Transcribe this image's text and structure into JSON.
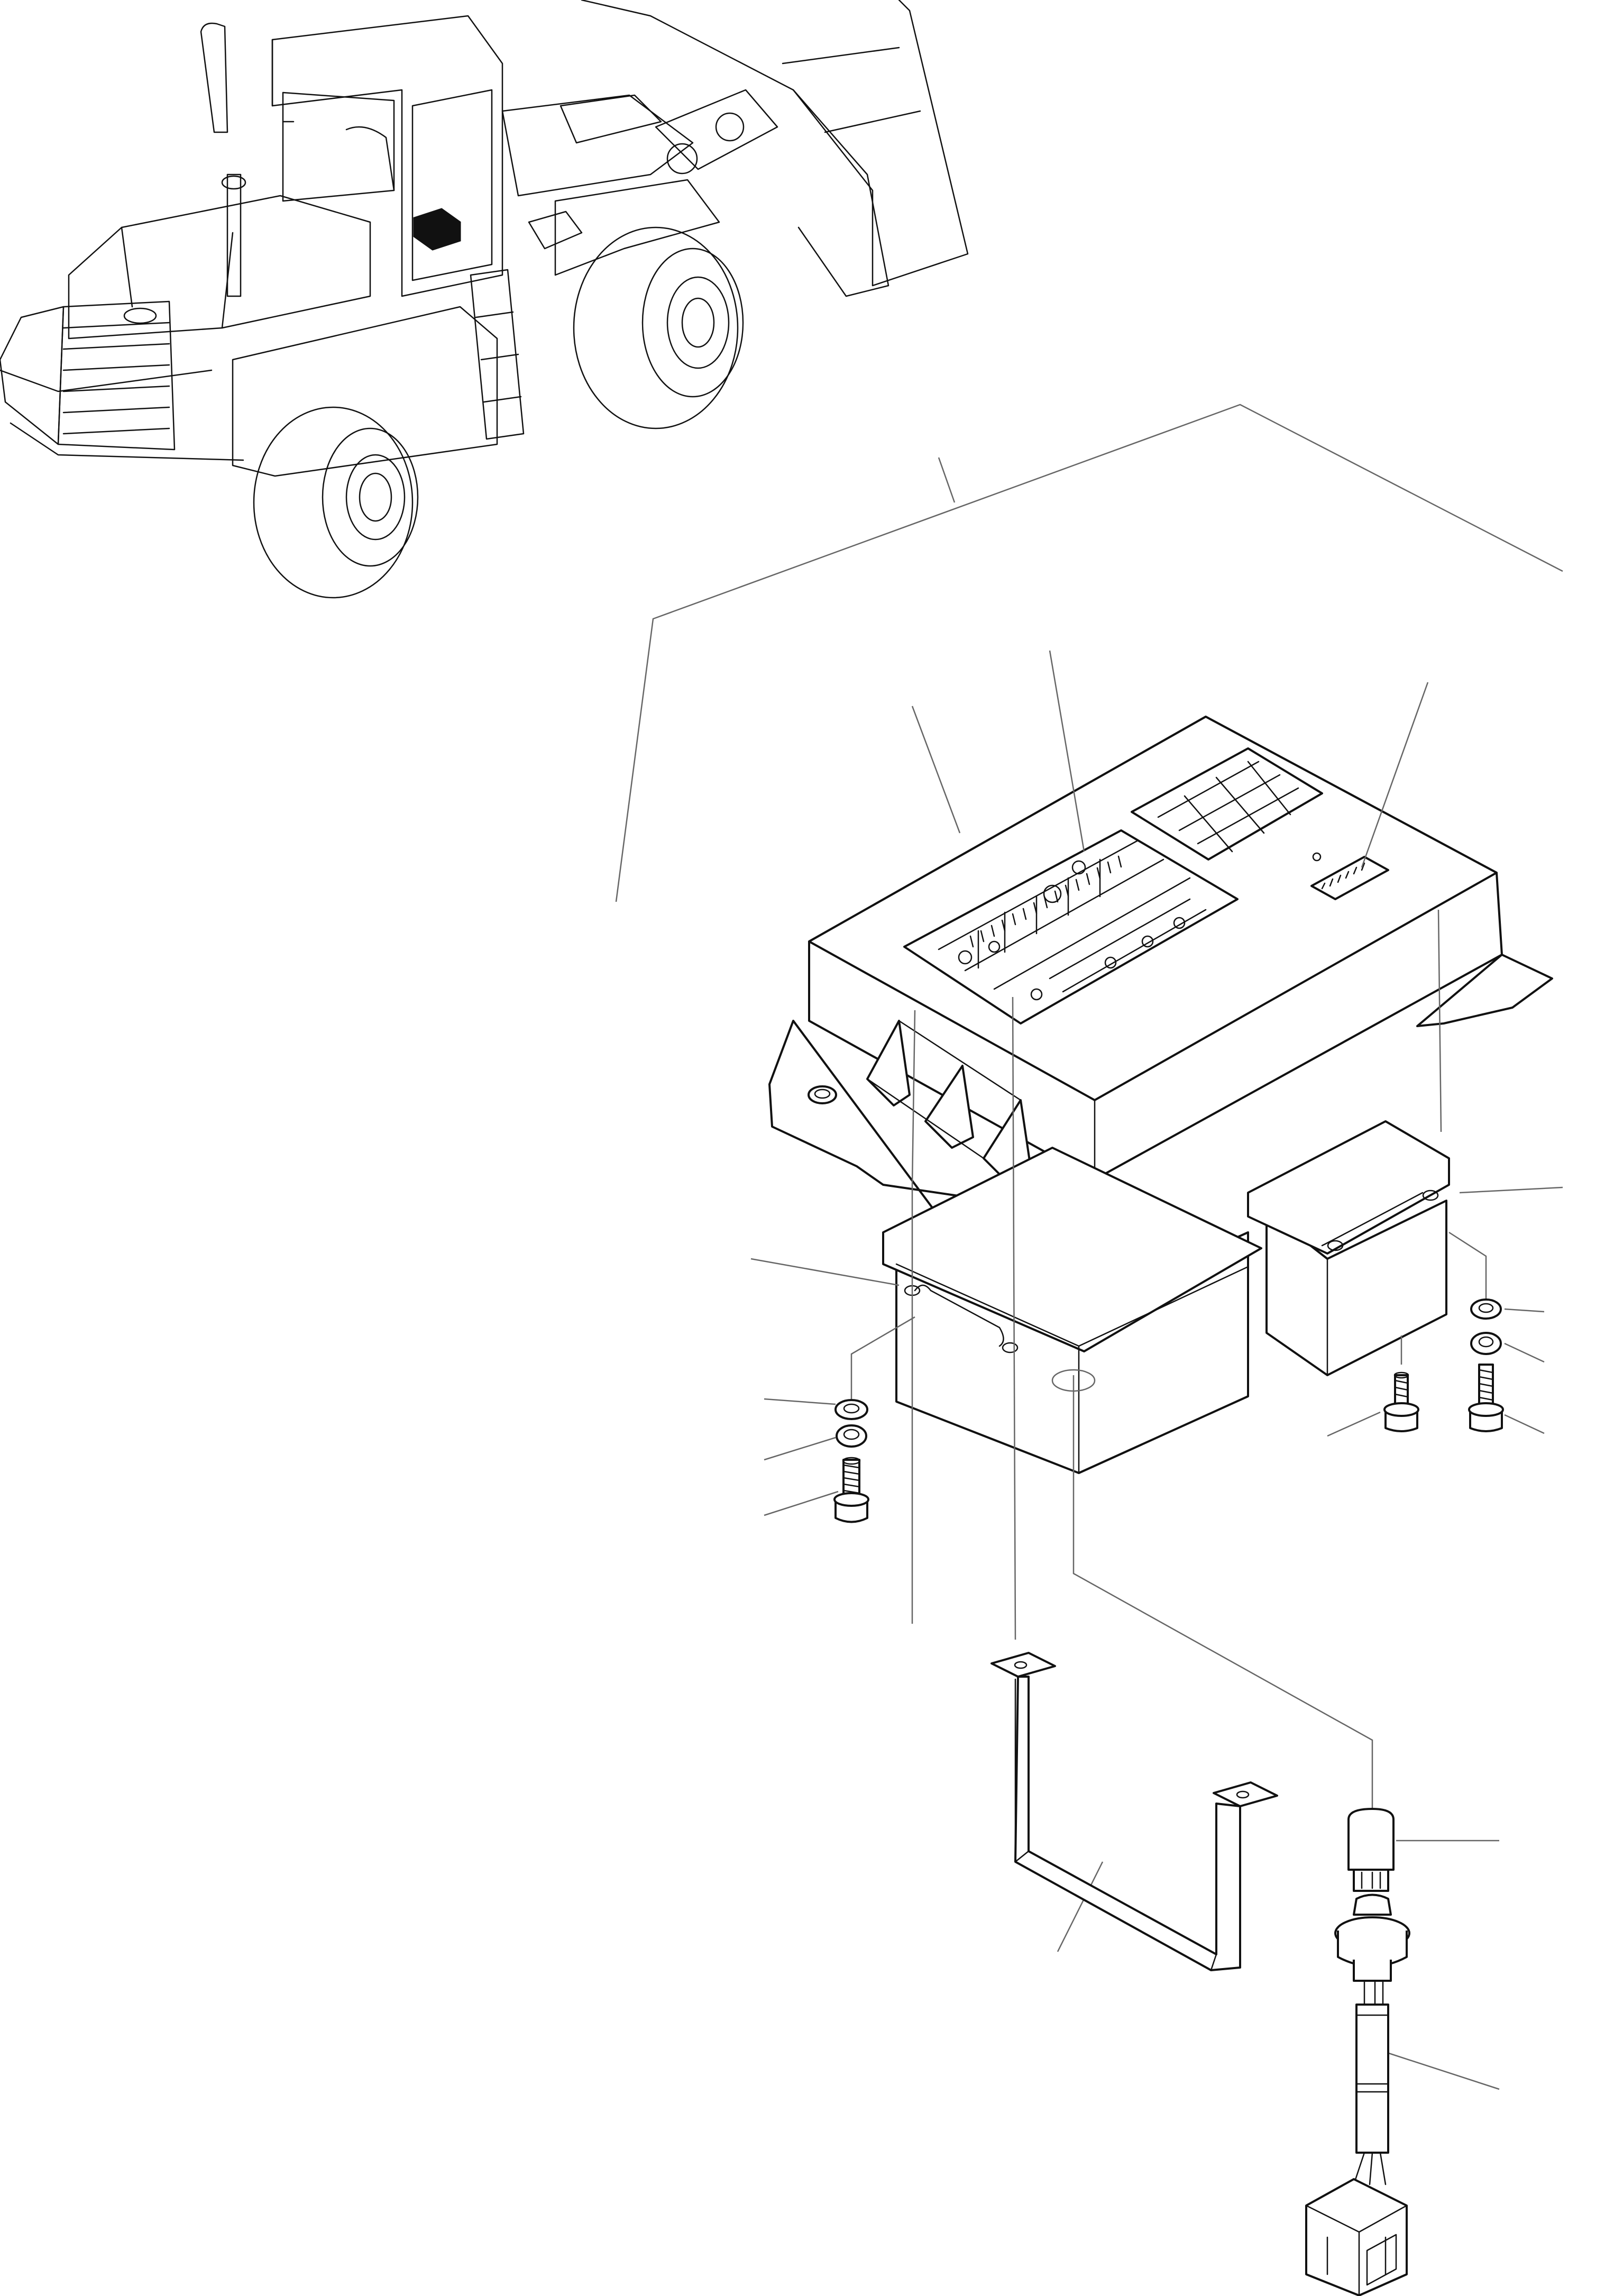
{
  "figure": {
    "components": [
      "machine-overview",
      "control-box",
      "left-unit",
      "right-unit",
      "mounting-bracket",
      "lamp-bulb",
      "lamp-socket-harness",
      "washers",
      "bolts"
    ],
    "highlight_color": "#111111",
    "line_color": "#111111",
    "leader_color": "#666666",
    "background": "#ffffff"
  }
}
